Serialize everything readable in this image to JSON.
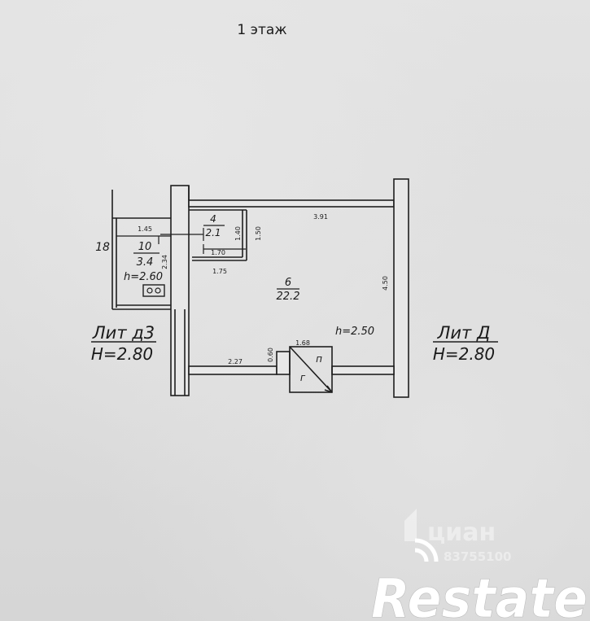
{
  "floor_title": "1 этаж",
  "rooms": {
    "room4": {
      "number": "4",
      "area": "2.1"
    },
    "room10": {
      "number": "10",
      "area": "3.4",
      "height": "h=2.60"
    },
    "room6": {
      "number": "6",
      "area": "22.2",
      "height": "h=2.50"
    },
    "label18": "18"
  },
  "dimensions": {
    "d145": "1.45",
    "d234": "2.34",
    "d140": "1.40",
    "d150": "1.50",
    "d391": "3.91",
    "d170": "1.70",
    "d175": "1.75",
    "d450": "4.50",
    "d227": "2.27",
    "d060": "0.60",
    "d168": "1.68"
  },
  "stair_labels": {
    "up": "п",
    "down": "г"
  },
  "lit_left": {
    "name": "Лит д3",
    "height": "H=2.80"
  },
  "lit_right": {
    "name": "Лит Д",
    "height": "H=2.80"
  },
  "watermark": {
    "brand": "циан",
    "id": "83755100"
  },
  "logo": {
    "text": "Restate"
  }
}
